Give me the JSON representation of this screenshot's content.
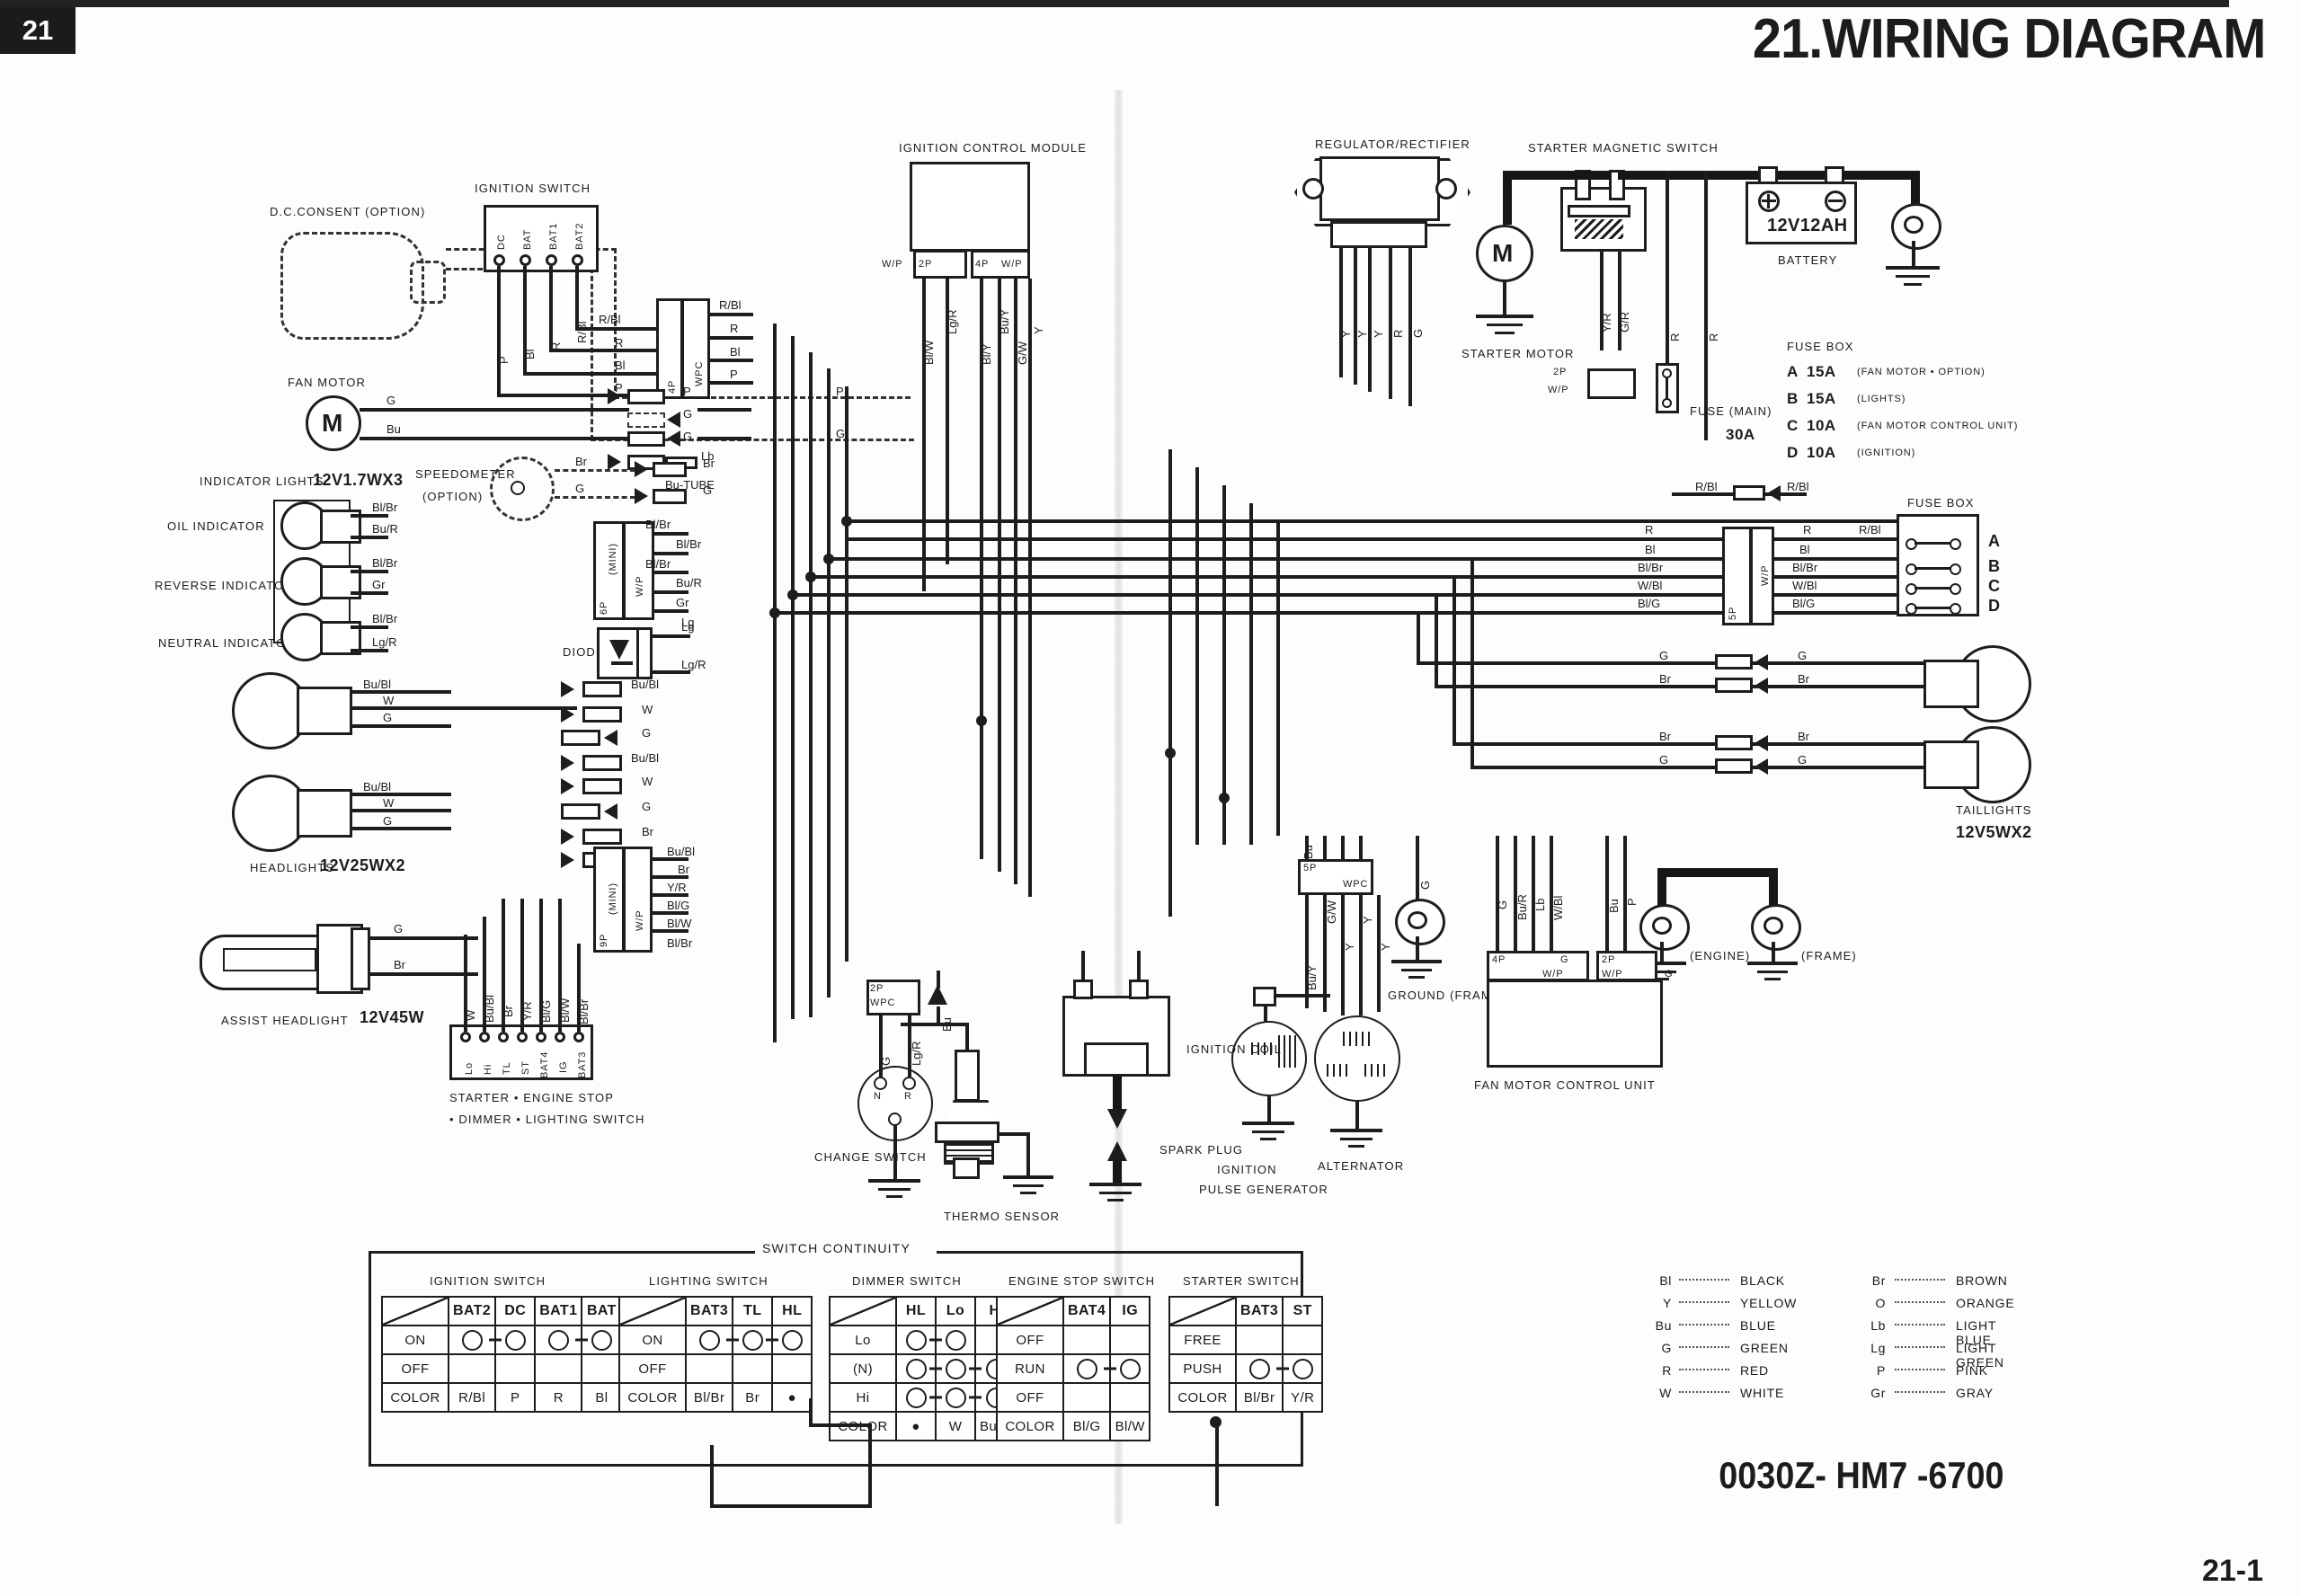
{
  "page": {
    "title": "21.WIRING DIAGRAM",
    "chapter_tab": "21",
    "footer_page": "21-1",
    "part_number": "0030Z- HM7 -6700"
  },
  "components": {
    "dc_consent": "D.C.CONSENT (OPTION)",
    "ignition_switch": "IGNITION SWITCH",
    "ignition_control_module": "IGNITION CONTROL MODULE",
    "regulator_rectifier": "REGULATOR/RECTIFIER",
    "starter_magnetic_switch": "STARTER MAGNETIC SWITCH",
    "starter_motor": "STARTER MOTOR",
    "battery_label": "BATTERY",
    "battery_rating": "12V12AH",
    "fan_motor": "FAN MOTOR",
    "speedometer": "SPEEDOMETER",
    "speedometer_option": "(OPTION)",
    "indicator_lights": "INDICATOR LIGHTS",
    "indicator_rating": "12V1.7WX3",
    "oil_indicator": "OIL INDICATOR",
    "reverse_indicator": "REVERSE INDICATOR",
    "neutral_indicator": "NEUTRAL INDICATOR",
    "diode": "DIODE",
    "headlights": "HEADLIGHTS",
    "headlights_rating": "12V25WX2",
    "assist_headlight": "ASSIST HEADLIGHT",
    "assist_headlight_rating": "12V45W",
    "handlebar_switch_l1": "STARTER • ENGINE  STOP",
    "handlebar_switch_l2": "• DIMMER • LIGHTING  SWITCH",
    "change_switch": "CHANGE SWITCH",
    "thermo_sensor": "THERMO SENSOR",
    "ignition_coil": "IGNITION COIL",
    "spark_plug": "SPARK PLUG",
    "ignition_pulse_generator_l1": "IGNITION",
    "ignition_pulse_generator_l2": "PULSE GENERATOR",
    "alternator": "ALTERNATOR",
    "ground_frame": "GROUND (FRAME)",
    "fan_motor_control_unit": "FAN MOTOR CONTROL UNIT",
    "ground_engine": "(ENGINE)",
    "ground_frame2": "(FRAME)",
    "taillights": "TAILLIGHTS",
    "taillights_rating": "12V5WX2",
    "fuse_box": "FUSE BOX",
    "fuse_main": "FUSE (MAIN)",
    "fuse_main_rating": "30A"
  },
  "fuse_box_legend": {
    "title": "FUSE BOX",
    "items": [
      {
        "id": "A",
        "rating": "15A",
        "desc": "(FAN MOTOR • OPTION)"
      },
      {
        "id": "B",
        "rating": "15A",
        "desc": "(LIGHTS)"
      },
      {
        "id": "C",
        "rating": "10A",
        "desc": "(FAN MOTOR CONTROL UNIT)"
      },
      {
        "id": "D",
        "rating": "10A",
        "desc": "(IGNITION)"
      }
    ]
  },
  "fuse_box_rows": [
    "A",
    "B",
    "C",
    "D"
  ],
  "ignition_switch_terminals": [
    "DC",
    "BAT",
    "BAT1",
    "BAT2"
  ],
  "ignition_switch_wires": [
    "P",
    "Bl",
    "R",
    "R/Bl"
  ],
  "icm": {
    "left_conn": "2P",
    "left_conn_type": "W/P",
    "right_conn": "4P",
    "right_conn_type": "W/P",
    "wires": [
      "Bl/W",
      "Lg/R",
      "Bl/Y",
      "Bu/Y",
      "G/W",
      "Y"
    ]
  },
  "regulator_wires": [
    "Y",
    "Y",
    "Y",
    "R",
    "G"
  ],
  "handlebar_switch_terminals": [
    "Lo",
    "Hi",
    "TL",
    "ST",
    "BAT4",
    "IG",
    "BAT3"
  ],
  "handlebar_switch_wires": [
    "W",
    "Bu/Bl",
    "Br",
    "Y/R",
    "Bl/G",
    "Bl/W",
    "Bl/Br"
  ],
  "switch_continuity": {
    "title": "SWITCH  CONTINUITY",
    "tables": [
      {
        "name": "IGNITION SWITCH",
        "columns": [
          "BAT2",
          "DC",
          "BAT1",
          "BAT"
        ],
        "rows": [
          {
            "label": "ON",
            "links": [
              [
                0,
                1
              ],
              [
                2,
                3
              ]
            ]
          },
          {
            "label": "OFF",
            "links": []
          }
        ],
        "color_label": "COLOR",
        "colors": [
          "R/Bl",
          "P",
          "R",
          "Bl"
        ]
      },
      {
        "name": "LIGHTING SWITCH",
        "columns": [
          "BAT3",
          "TL",
          "HL"
        ],
        "rows": [
          {
            "label": "ON",
            "links": [
              [
                0,
                1
              ],
              [
                1,
                2
              ]
            ]
          },
          {
            "label": "OFF",
            "links": []
          }
        ],
        "color_label": "COLOR",
        "colors": [
          "Bl/Br",
          "Br",
          "●"
        ]
      },
      {
        "name": "DIMMER SWITCH",
        "columns": [
          "HL",
          "Lo",
          "Hi"
        ],
        "rows": [
          {
            "label": "Lo",
            "links": [
              [
                0,
                1
              ]
            ]
          },
          {
            "label": "(N)",
            "links": [
              [
                0,
                1
              ],
              [
                1,
                2
              ]
            ]
          },
          {
            "label": "Hi",
            "links": [
              [
                0,
                1
              ],
              [
                1,
                2
              ]
            ]
          }
        ],
        "color_label": "COLOR",
        "colors": [
          "●",
          "W",
          "Bu/Bl"
        ]
      },
      {
        "name": "ENGINE STOP SWITCH",
        "columns": [
          "BAT4",
          "IG"
        ],
        "rows": [
          {
            "label": "OFF",
            "links": []
          },
          {
            "label": "RUN",
            "links": [
              [
                0,
                1
              ]
            ]
          },
          {
            "label": "OFF",
            "links": []
          }
        ],
        "color_label": "COLOR",
        "colors": [
          "Bl/G",
          "Bl/W"
        ]
      },
      {
        "name": "STARTER SWITCH",
        "columns": [
          "BAT3",
          "ST"
        ],
        "rows": [
          {
            "label": "FREE",
            "links": []
          },
          {
            "label": "PUSH",
            "links": [
              [
                0,
                1
              ]
            ]
          }
        ],
        "color_label": "COLOR",
        "colors": [
          "Bl/Br",
          "Y/R"
        ]
      }
    ]
  },
  "color_legend": {
    "left": [
      {
        "abbr": "Bl",
        "name": "BLACK"
      },
      {
        "abbr": "Y",
        "name": "YELLOW"
      },
      {
        "abbr": "Bu",
        "name": "BLUE"
      },
      {
        "abbr": "G",
        "name": "GREEN"
      },
      {
        "abbr": "R",
        "name": "RED"
      },
      {
        "abbr": "W",
        "name": "WHITE"
      }
    ],
    "right": [
      {
        "abbr": "Br",
        "name": "BROWN"
      },
      {
        "abbr": "O",
        "name": "ORANGE"
      },
      {
        "abbr": "Lb",
        "name": "LIGHT BLUE"
      },
      {
        "abbr": "Lg",
        "name": "LIGHT GREEN"
      },
      {
        "abbr": "P",
        "name": "PINK"
      },
      {
        "abbr": "Gr",
        "name": "GRAY"
      }
    ]
  },
  "wire_labels": {
    "dc_p": "P",
    "dc_g": "G",
    "fan_g": "G",
    "fan_bu": "Bu",
    "bu_tube": "Bu-TUBE",
    "spd_br": "Br",
    "spd_g": "G",
    "ind_oil_1": "Bl/Br",
    "ind_oil_2": "Bu/R",
    "ind_rev_1": "Bl/Br",
    "ind_rev_2": "Gr",
    "ind_neu_1": "Bl/Br",
    "ind_neu_2": "Lg/R",
    "lg": "Lg",
    "lg_r": "Lg/R",
    "hl_bu_bl": "Bu/Bl",
    "hl_w": "W",
    "hl_g": "G",
    "hl_br": "Br",
    "bl": "Bl",
    "r": "R",
    "r_bl": "R/Bl",
    "p": "P",
    "bl_br": "Bl/Br",
    "bl_g": "Bl/G",
    "bl_w": "Bl/W",
    "w_bl": "W/Bl",
    "y_r": "Y/R",
    "g_r": "G/R",
    "bu_y": "Bu/Y",
    "g_w": "G/W",
    "y": "Y",
    "g": "G",
    "bu": "Bu",
    "bu_r": "Bu/R",
    "lb": "Lb",
    "bl_y": "Bl/Y"
  },
  "connectors": {
    "wp": "W/P",
    "wpc": "WPC",
    "mini": "(MINI)",
    "p2": "2P",
    "p4": "4P",
    "p5": "5P",
    "p6": "6P",
    "p9": "9P"
  },
  "change_switch_terminals": [
    "N",
    "R"
  ]
}
